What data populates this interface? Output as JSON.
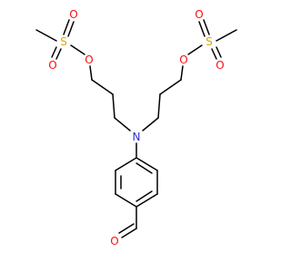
{
  "colors": {
    "bond": "#000000",
    "oxygen": "#ff0d0d",
    "sulfur": "#d9a800",
    "nitrogen": "#2b33d6"
  },
  "atoms": {
    "o_sl_1": "O",
    "o_sl_2": "O",
    "s_left": "S",
    "o_left_ester": "O",
    "o_sr_1": "O",
    "o_sr_2": "O",
    "s_right": "S",
    "o_right_ester": "O",
    "n_center": "N",
    "o_aldehyde": "O"
  }
}
